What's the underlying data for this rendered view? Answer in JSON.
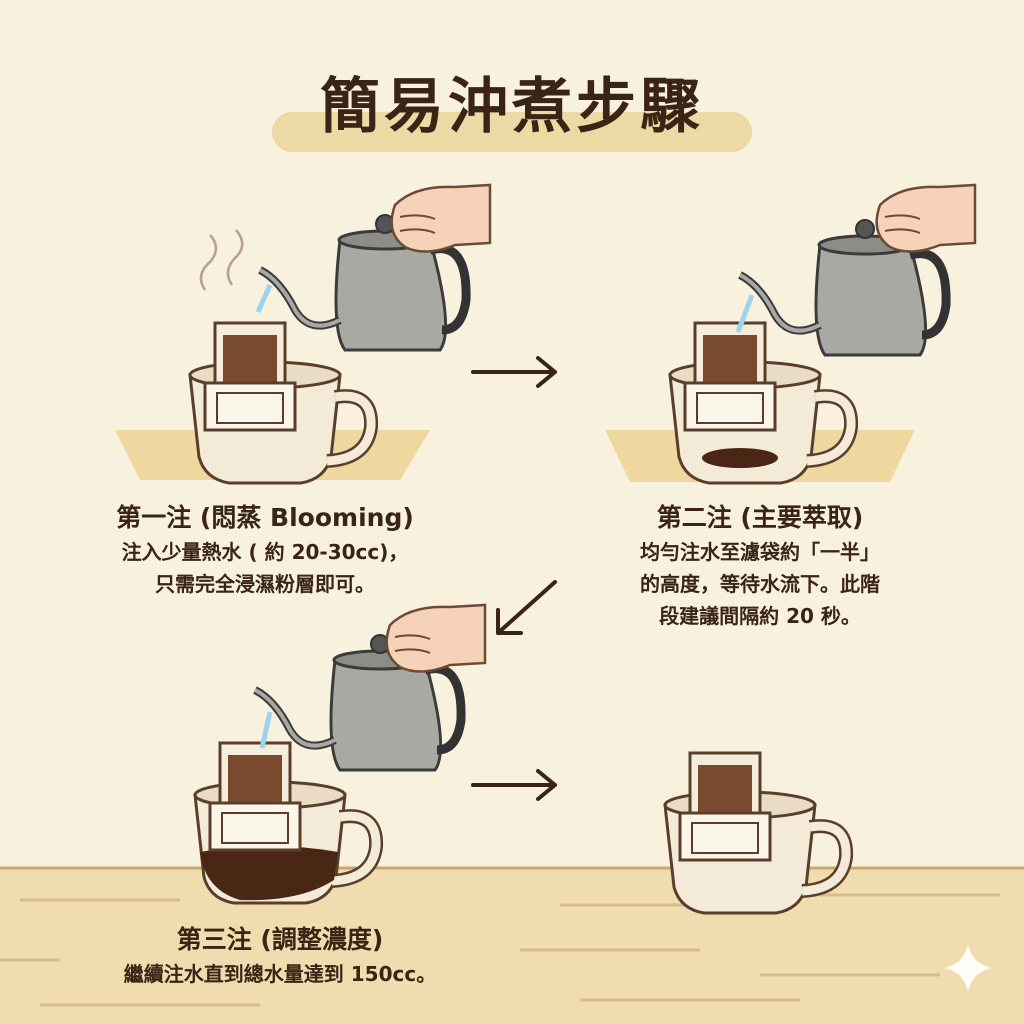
{
  "title": "簡易沖煮步驟",
  "steps": [
    {
      "heading": "第一注 (悶蒸 Blooming)",
      "lines": [
        "注入少量熱水 ( 約 20-30cc)，",
        "只需完全浸濕粉層即可。"
      ]
    },
    {
      "heading": "第二注 (主要萃取)",
      "lines": [
        "均勻注水至濾袋約「一半」",
        "的高度，等待水流下。此階",
        "段建議間隔約 20 秒。"
      ]
    },
    {
      "heading": "第三注 (調整濃度)",
      "lines": [
        "繼續注水直到總水量達到 150cc。"
      ]
    }
  ],
  "colors": {
    "background": "#f8f1de",
    "text": "#3a2416",
    "banner": "#ecd9a4",
    "coffee": "#6b3f24"
  }
}
